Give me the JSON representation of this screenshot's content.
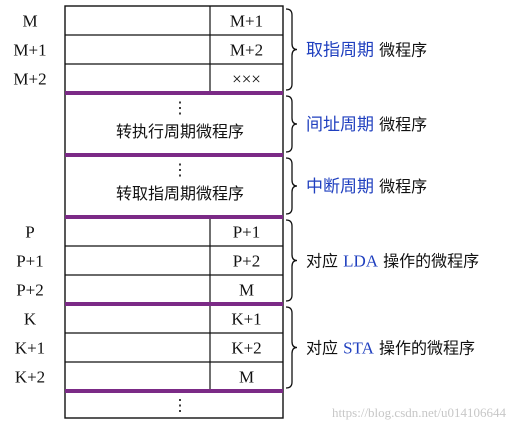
{
  "colors": {
    "divider": "#7b2a86",
    "accent_blue": "#1f3fbf",
    "text": "#111111",
    "line": "#111111",
    "watermark": "#c7c7c7"
  },
  "rows": [
    {
      "addr": "M",
      "next": "M+1"
    },
    {
      "addr": "M+1",
      "next": "M+2"
    },
    {
      "addr": "M+2",
      "next": "×××"
    },
    {
      "block_lines": [
        "⋮",
        "转执行周期微程序"
      ]
    },
    {
      "block_lines": [
        "⋮",
        "转取指周期微程序"
      ]
    },
    {
      "addr": "P",
      "next": "P+1"
    },
    {
      "addr": "P+1",
      "next": "P+2"
    },
    {
      "addr": "P+2",
      "next": "M"
    },
    {
      "addr": "K",
      "next": "K+1"
    },
    {
      "addr": "K+1",
      "next": "K+2"
    },
    {
      "addr": "K+2",
      "next": "M"
    },
    {
      "block_lines": [
        "⋮"
      ]
    }
  ],
  "labels": [
    {
      "pre": "",
      "hl": "取指周期",
      "post": " 微程序"
    },
    {
      "pre": "",
      "hl": "间址周期",
      "post": " 微程序"
    },
    {
      "pre": "",
      "hl": "中断周期",
      "post": " 微程序"
    },
    {
      "pre": "对应 ",
      "hl": "LDA",
      "post": " 操作的微程序"
    },
    {
      "pre": "对应 ",
      "hl": "STA",
      "post": " 操作的微程序"
    }
  ],
  "watermark": "https://blog.csdn.net/u014106644"
}
